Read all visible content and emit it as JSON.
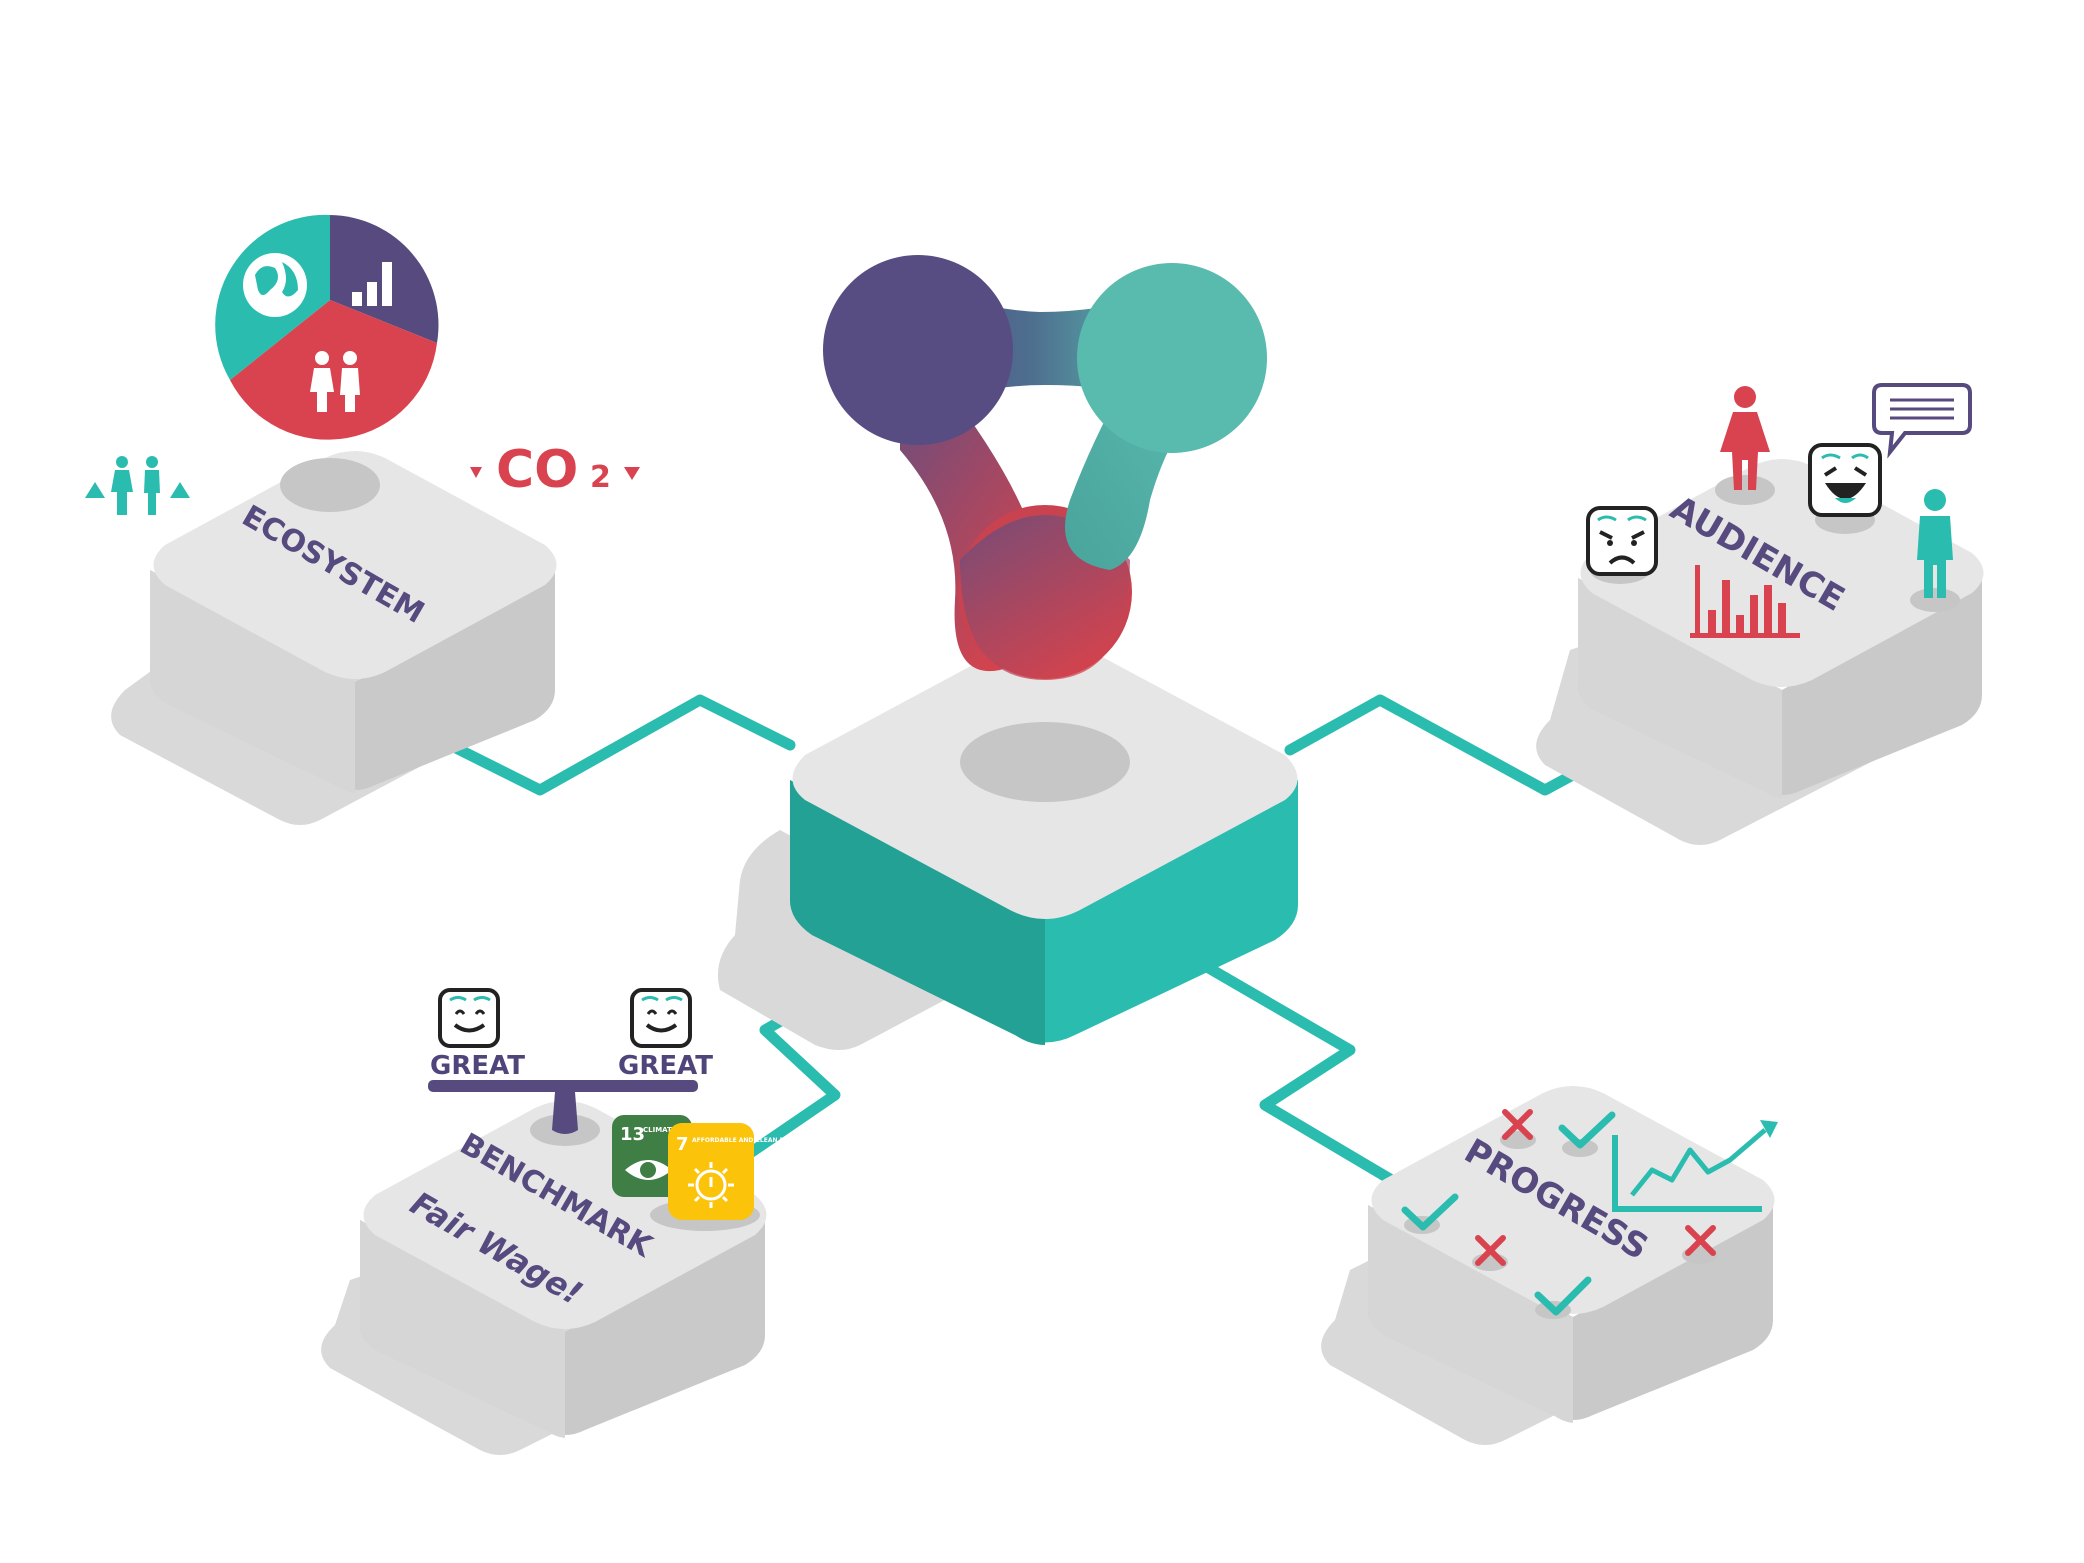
{
  "nodes": {
    "ecosystem": {
      "label": "ECOSYSTEM",
      "co2": "CO",
      "co2_sub": "2"
    },
    "audience": {
      "label": "AUDIENCE"
    },
    "benchmark": {
      "label": "BENCHMARK",
      "tagline": "Fair Wage!",
      "left_rating": "GREAT",
      "right_rating": "GREAT",
      "sdg13": {
        "number": "13",
        "text": "CLIMATE ACTION"
      },
      "sdg7": {
        "number": "7",
        "text": "AFFORDABLE AND CLEAN ENERGY"
      }
    },
    "progress": {
      "label": "PROGRESS"
    }
  },
  "icons": [
    "globe-icon",
    "bar-chart-icon",
    "people-icon",
    "chat-bubble-icon",
    "woman-icon",
    "man-icon",
    "happy-face-icon",
    "sad-face-icon",
    "check-icon",
    "cross-icon",
    "trend-chart-icon",
    "balance-scale-icon"
  ],
  "colors": {
    "teal": "#2bbcb0",
    "teal_dark": "#22a296",
    "purple": "#564a7e",
    "red": "#d9434f",
    "gray_top": "#e6e6e6",
    "gray_side": "#c9c9c9",
    "shadow": "#d9d9d9",
    "sdg13_green": "#3f7e44",
    "sdg7_yellow": "#fcc30b"
  }
}
